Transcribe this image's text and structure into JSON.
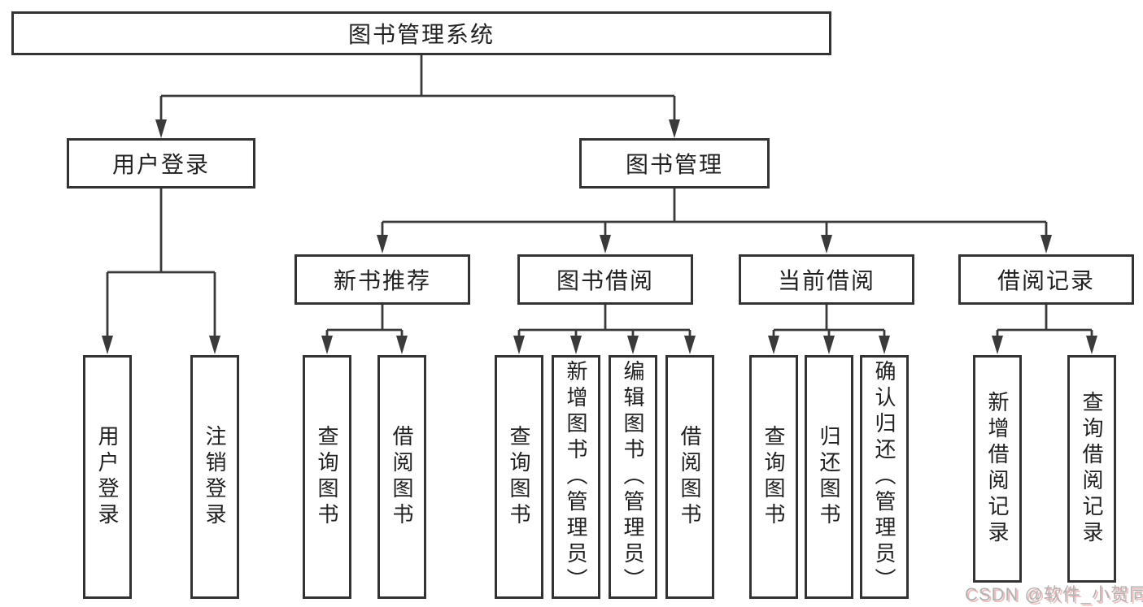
{
  "diagram_title": "图书管理系统",
  "tree": {
    "root": {
      "label": "图书管理系统"
    },
    "user_login": {
      "label": "用户登录",
      "children": [
        {
          "label": "用户登录"
        },
        {
          "label": "注销登录"
        }
      ]
    },
    "book_mgmt": {
      "label": "图书管理",
      "children_groups": {
        "new_book": {
          "label": "新书推荐",
          "children": [
            {
              "label": "查询图书"
            },
            {
              "label": "借阅图书"
            }
          ]
        },
        "borrow": {
          "label": "图书借阅",
          "children": [
            {
              "label": "查询图书"
            },
            {
              "label": "新增图书（管理员）"
            },
            {
              "label": "编辑图书（管理员）"
            },
            {
              "label": "借阅图书"
            }
          ]
        },
        "current": {
          "label": "当前借阅",
          "children": [
            {
              "label": "查询图书"
            },
            {
              "label": "归还图书"
            },
            {
              "label": "确认归还（管理员）"
            }
          ]
        },
        "records": {
          "label": "借阅记录",
          "children": [
            {
              "label": "新增借阅记录"
            },
            {
              "label": "查询借阅记录"
            }
          ]
        }
      }
    }
  },
  "watermark": {
    "text": "CSDN @软件_小贺同学"
  },
  "colors": {
    "background": "#ffffff",
    "line": "#3a3a3a",
    "box_border": "#333333",
    "box_fill": "#ffffff",
    "text": "#212121",
    "watermark_text": "#b2b2b2",
    "watermark_shadow": "#eebcbc"
  }
}
